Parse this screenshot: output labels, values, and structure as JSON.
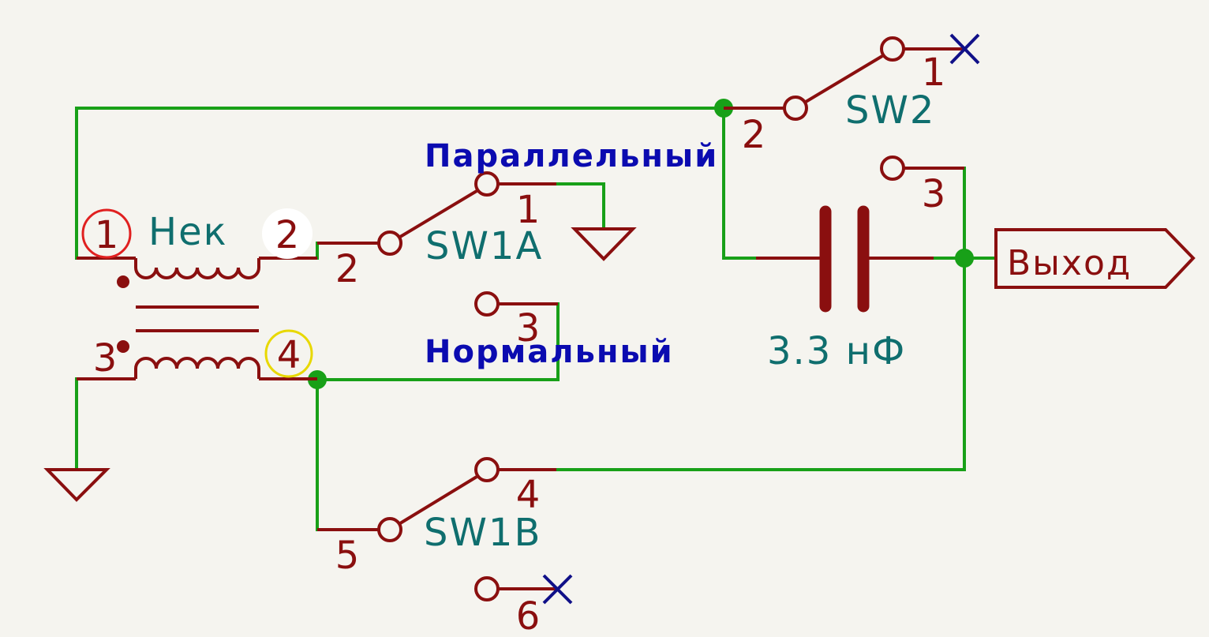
{
  "transformer": {
    "ref": "Нек",
    "pins": [
      "1",
      "2",
      "3",
      "4"
    ]
  },
  "switches": {
    "sw1a": {
      "ref": "SW1A",
      "pins": [
        "1",
        "2",
        "3"
      ]
    },
    "sw1b": {
      "ref": "SW1B",
      "pins": [
        "4",
        "5",
        "6"
      ]
    },
    "sw2": {
      "ref": "SW2",
      "pins": [
        "1",
        "2",
        "3"
      ]
    }
  },
  "capacitor": {
    "value": "3.3 нФ"
  },
  "labels": {
    "parallel": "Параллельный",
    "normal": "Нормальный",
    "output": "Выход"
  },
  "colors": {
    "wire": "#18a018",
    "component": "#8a0f0f",
    "reference": "#0f6e6e",
    "net_label": "#0b0bb0",
    "no_connect": "#101088",
    "pin1_marker": "#e02020",
    "pin2_marker": "#ffffff",
    "pin4_marker": "#e8d800",
    "background": "#f5f4ef"
  }
}
